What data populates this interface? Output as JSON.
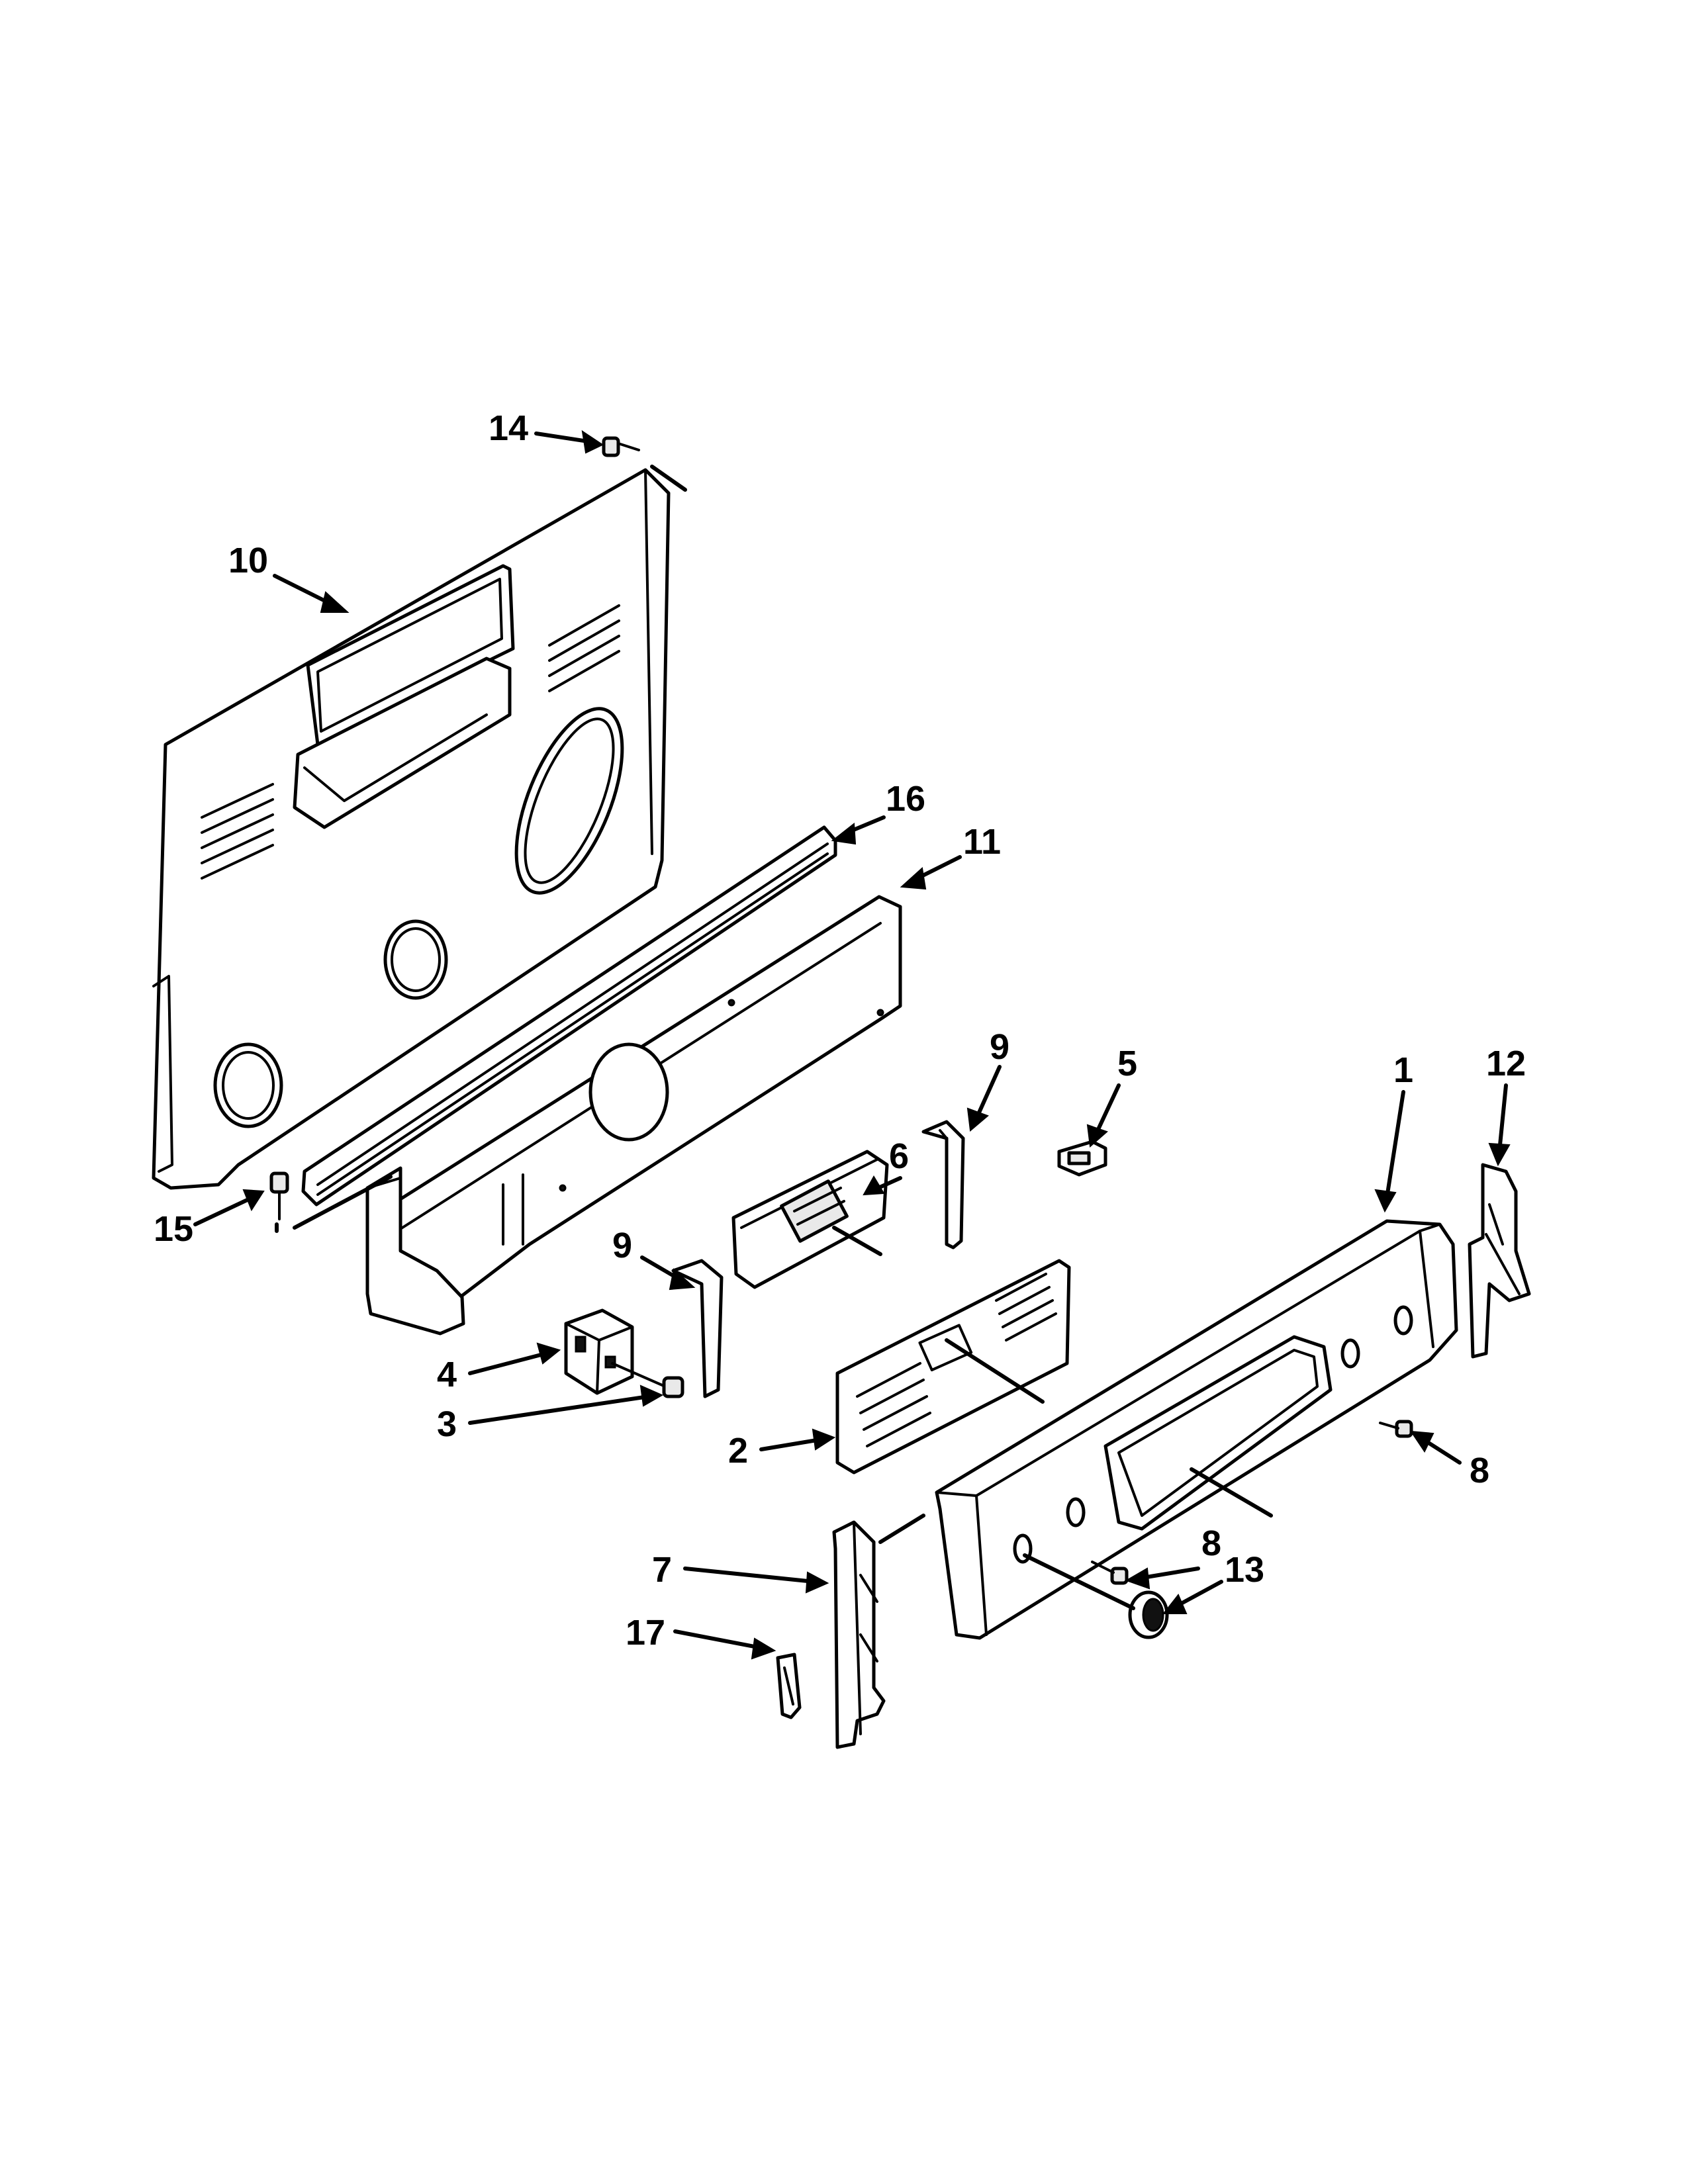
{
  "diagram": {
    "callouts": {
      "c1": "1",
      "c2": "2",
      "c3": "3",
      "c4": "4",
      "c5": "5",
      "c6": "6",
      "c7": "7",
      "c8a": "8",
      "c8b": "8",
      "c9a": "9",
      "c9b": "9",
      "c10": "10",
      "c11": "11",
      "c12": "12",
      "c13": "13",
      "c14": "14",
      "c15": "15",
      "c16": "16",
      "c17": "17"
    }
  }
}
